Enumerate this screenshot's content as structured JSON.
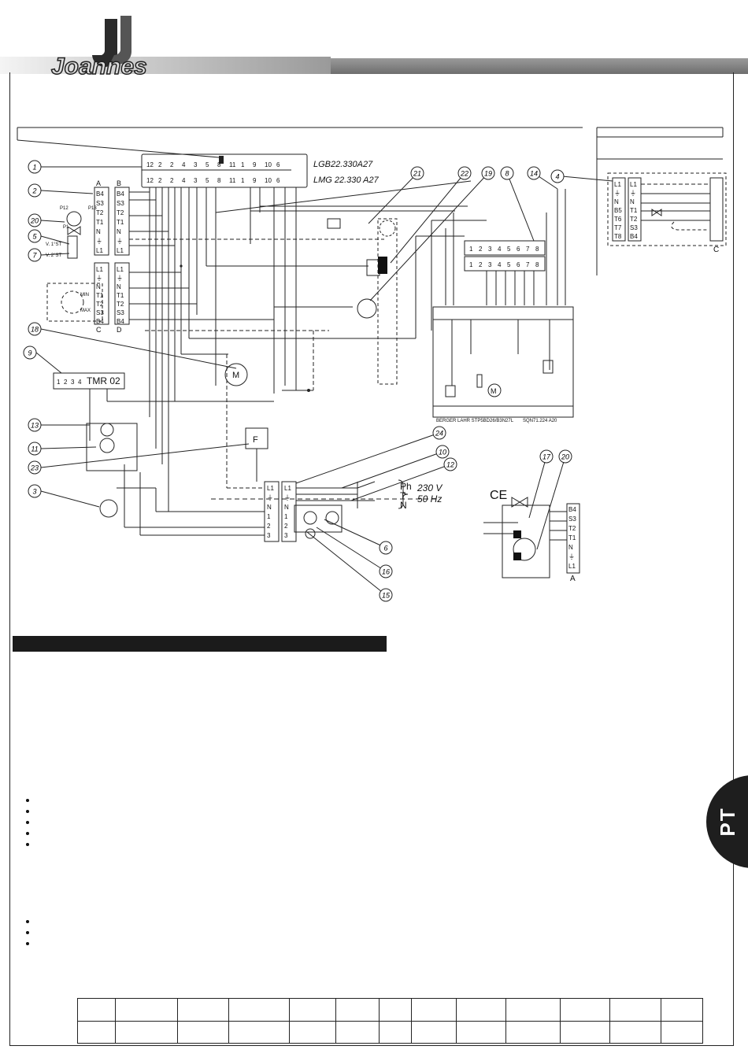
{
  "brand": {
    "logo_text": "Joannes"
  },
  "language_tab": {
    "label": "PT"
  },
  "diagram": {
    "control_box_1": "LGB22.330A27",
    "control_box_2": "LMG 22.330 A27",
    "timer_label": "TMR 02",
    "supply_voltage": "230 V",
    "supply_frequency": "50 Hz",
    "phase_label": "Ph",
    "earth_label": "T",
    "neutral_label": "N",
    "ce_label": "CE",
    "fan_label": "M",
    "fuse_label": "F",
    "pump_label": "M",
    "callouts": [
      "1",
      "2",
      "20",
      "5",
      "7",
      "18",
      "9",
      "13",
      "11",
      "23",
      "3",
      "21",
      "22",
      "19",
      "8",
      "14",
      "4",
      "24",
      "10",
      "12",
      "6",
      "16",
      "15",
      "17",
      "20"
    ],
    "connector_a_label": "A",
    "connector_b_label": "B",
    "connector_c_label": "C",
    "connector_d_label": "D",
    "connector_c_right_label": "C",
    "connector_a_small_label": "A",
    "plug_a_pins": [
      "B4",
      "S3",
      "T2",
      "T1",
      "N",
      "⏚",
      "L1"
    ],
    "plug_b_pins": [
      "B4",
      "S3",
      "T2",
      "T1",
      "N",
      "⏚",
      "L1"
    ],
    "plug_c_pins": [
      "L1",
      "⏚",
      "N",
      "T1",
      "T2",
      "S3",
      "B4"
    ],
    "plug_d_pins": [
      "L1",
      "⏚",
      "N",
      "T1",
      "T2",
      "S3",
      "B4"
    ],
    "right_plug_c_left": [
      "L1",
      "⏚",
      "N",
      "B5",
      "T6",
      "T7",
      "T8"
    ],
    "right_plug_c_right": [
      "L1",
      "⏚",
      "N",
      "T1",
      "T2",
      "S3",
      "B4"
    ],
    "terminal_strip": [
      "1",
      "2",
      "3",
      "4",
      "5",
      "6",
      "7",
      "8"
    ],
    "timer_terminals": [
      "1",
      "2",
      "3",
      "4"
    ],
    "main_terminals_left": [
      "L1",
      "⏚",
      "N",
      "1",
      "2",
      "3"
    ],
    "main_terminals_right": [
      "L1",
      "⏚",
      "N",
      "1",
      "2",
      "3"
    ],
    "small_plug_pins": [
      "B4",
      "S3",
      "T2",
      "T1",
      "N",
      "⏚",
      "L1"
    ],
    "pressure_labels": {
      "min": "MIN",
      "max": "MAX"
    },
    "thermostat_labels": {
      "st1": "V. 1°ST",
      "st2": "V. 2°ST",
      "p12": "P12",
      "p13": "P13",
      "p1": "P1"
    },
    "box_bottom_text": "BERGER LAHR STP5BD26/B3N27L",
    "box_bottom_text_2": "SQN71.224 A20",
    "lgb_top_terminals": [
      "12",
      "2",
      "2",
      "4",
      "3",
      "5",
      "8",
      "11",
      "1",
      "9",
      "10",
      "6"
    ],
    "lgb_bottom_terminals": [
      "12",
      "2",
      "2",
      "4",
      "3",
      "5",
      "8",
      "11",
      "1",
      "9",
      "10",
      "6"
    ]
  }
}
